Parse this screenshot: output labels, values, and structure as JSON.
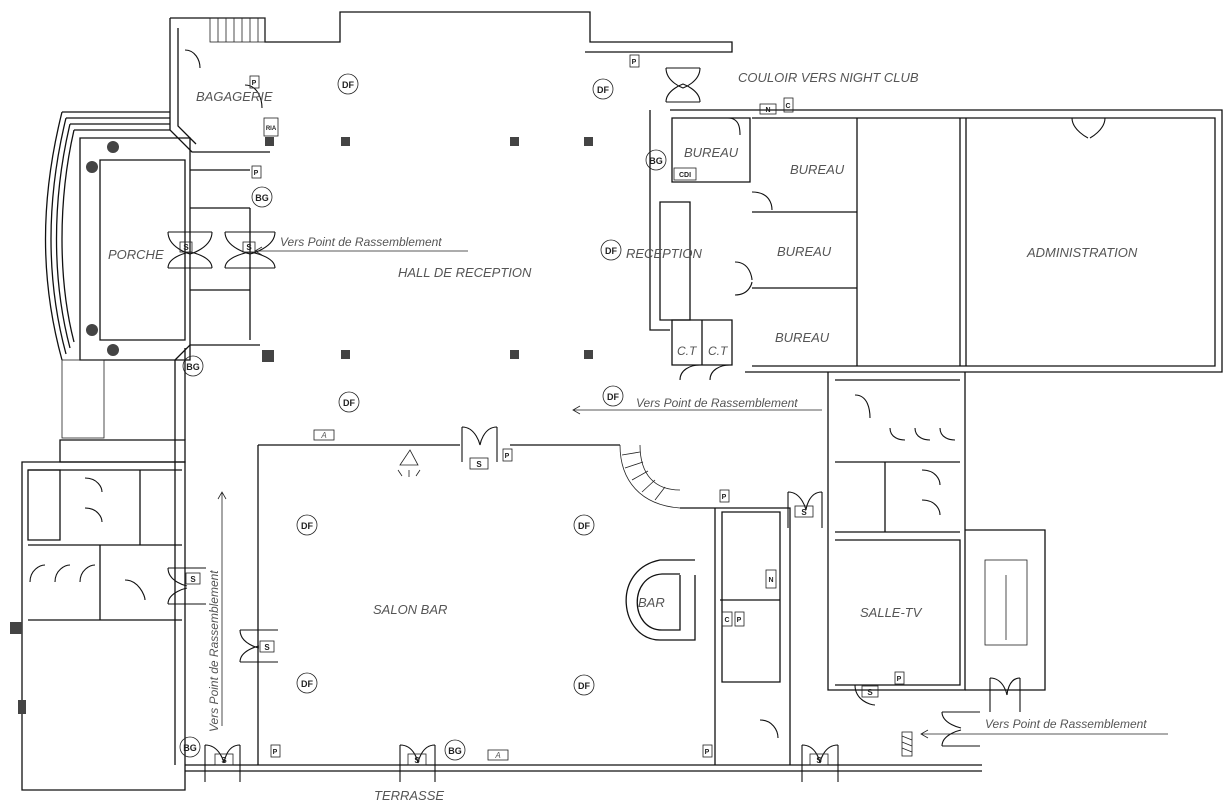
{
  "rooms": {
    "bagagerie": "BAGAGERIE",
    "couloir": "COULOIR VERS NIGHT CLUB",
    "porche": "PORCHE",
    "hall": "HALL DE RECEPTION",
    "reception": "RECEPTION",
    "bureau_1": "BUREAU",
    "bureau_2": "BUREAU",
    "bureau_3": "BUREAU",
    "bureau_4": "BUREAU",
    "administration": "ADMINISTRATION",
    "ct_1": "C.T",
    "ct_2": "C.T",
    "salon_bar": "SALON BAR",
    "bar": "BAR",
    "salle_tv": "SALLE-TV",
    "terrasse": "TERRASSE"
  },
  "evacuation": {
    "label_1": "Vers Point de Rassemblement",
    "label_2": "Vers Point de Rassemblement",
    "label_3": "Vers Point de Rassemblement",
    "label_4": "Vers Point de Rassemblement"
  },
  "symbols": {
    "df": "DF",
    "bg": "BG",
    "s": "S",
    "p": "P",
    "a": "A",
    "c": "C",
    "n": "N",
    "ri": "RIA",
    "cdi": "CDI"
  },
  "colors": {
    "walls": "#111111",
    "labels": "#555555",
    "background": "#ffffff"
  }
}
